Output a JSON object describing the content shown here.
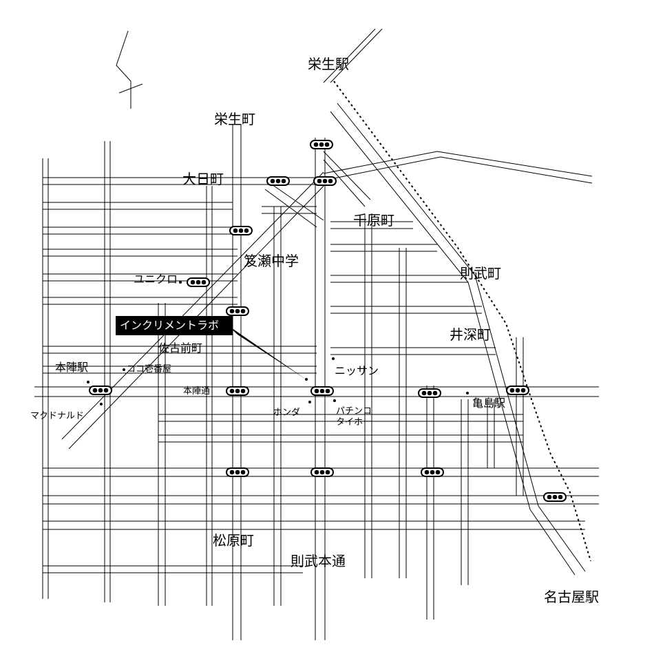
{
  "map": {
    "callout": "インクリメントラボ",
    "areas": {
      "sakae_station": "栄生駅",
      "sakae_town": "栄生町",
      "dainichi": "大日町",
      "chihara": "千原町",
      "sasase": "笈瀬中学",
      "noritake_town": "則武町",
      "isaka": "井深町",
      "sako": "佐古前町",
      "honjin_station": "本陣駅",
      "kameshima": "亀島駅",
      "matsubara": "松原町",
      "noritake_st": "則武本通",
      "nagoya_station": "名古屋駅",
      "honjin_street": "本陣通"
    },
    "landmarks": {
      "uniqlo": "ユニクロ",
      "coco": "ココ壱番屋",
      "mcdonalds": "マクドナルド",
      "nissan": "ニッサン",
      "honda": "ホンダ",
      "pachinko_1": "パチンコ",
      "pachinko_2": "タイホー"
    },
    "icons": {
      "signal": "traffic-signal-icon",
      "north": "north-arrow-icon"
    }
  }
}
